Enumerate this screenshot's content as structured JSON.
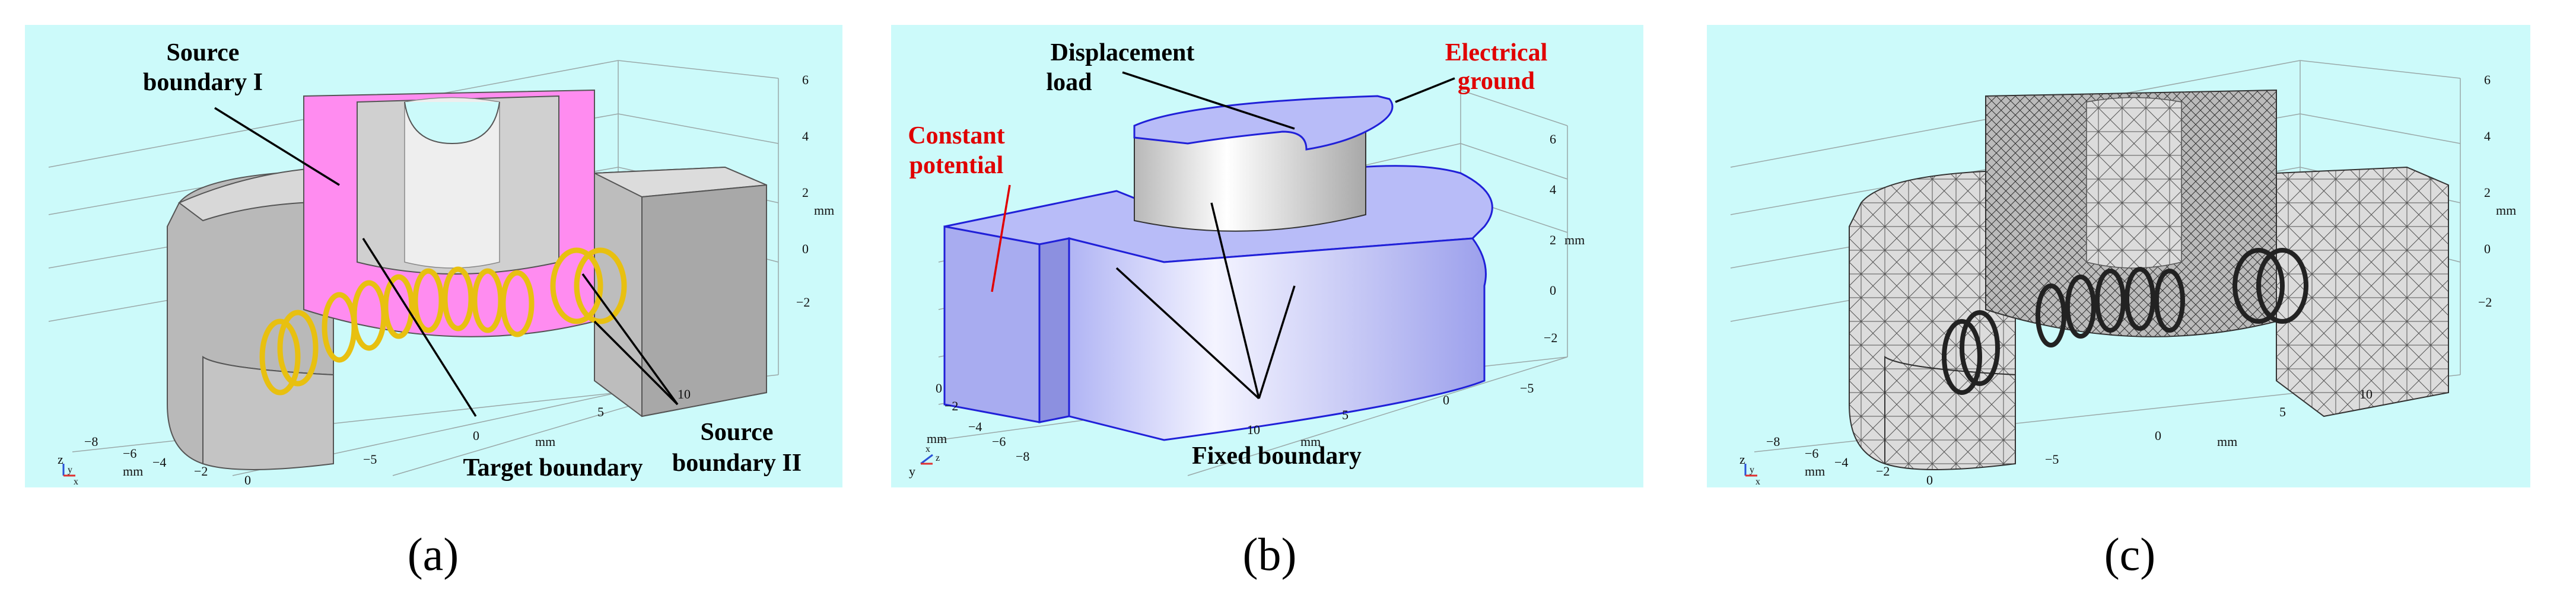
{
  "panels": [
    {
      "caption": "(a)",
      "labels": {
        "source1_line1": "Source",
        "source1_line2": "boundary I",
        "target": "Target boundary",
        "source2_line1": "Source",
        "source2_line2": "boundary II"
      },
      "vert_ticks": [
        "6",
        "4",
        "2",
        "0",
        "−2"
      ],
      "vert_unit": "mm",
      "left_ticks": [
        "−8",
        "−6",
        "−4",
        "−2",
        "0"
      ],
      "left_unit": "mm",
      "bottom_ticks": [
        "−5",
        "0",
        "5",
        "10"
      ],
      "bottom_unit": "mm",
      "triad": [
        "z",
        "y",
        "x"
      ]
    },
    {
      "caption": "(b)",
      "labels": {
        "disp_line1": "Displacement",
        "disp_line2": "load",
        "ground_line1": "Electrical",
        "ground_line2": "ground",
        "const_line1": "Constant",
        "const_line2": "potential",
        "fixed": "Fixed boundary"
      },
      "vert_ticks": [
        "6",
        "4",
        "2",
        "0",
        "−2"
      ],
      "vert_unit": "mm",
      "left_ticks": [
        "0",
        "−2",
        "−4",
        "−6",
        "−8"
      ],
      "left_unit": "mm",
      "bottom_ticks": [
        "10",
        "5",
        "0",
        "−5"
      ],
      "bottom_unit": "mm",
      "triad": [
        "y",
        "x",
        "z"
      ]
    },
    {
      "caption": "(c)",
      "vert_ticks": [
        "6",
        "4",
        "2",
        "0",
        "−2"
      ],
      "vert_unit": "mm",
      "left_ticks": [
        "−8",
        "−6",
        "−4",
        "−2",
        "0"
      ],
      "left_unit": "mm",
      "bottom_ticks": [
        "−5",
        "0",
        "5",
        "10"
      ],
      "bottom_unit": "mm",
      "triad": [
        "z",
        "y",
        "x"
      ]
    }
  ],
  "colors": {
    "background": "#ccfafa",
    "gray_body": "#c8c8c8",
    "magenta_boundary": "#ff8cf0",
    "coil_yellow": "#f0cc20",
    "blue_boundary": "#b4b8f8",
    "edge_blue": "#2020d8",
    "red_label": "#e00000"
  }
}
